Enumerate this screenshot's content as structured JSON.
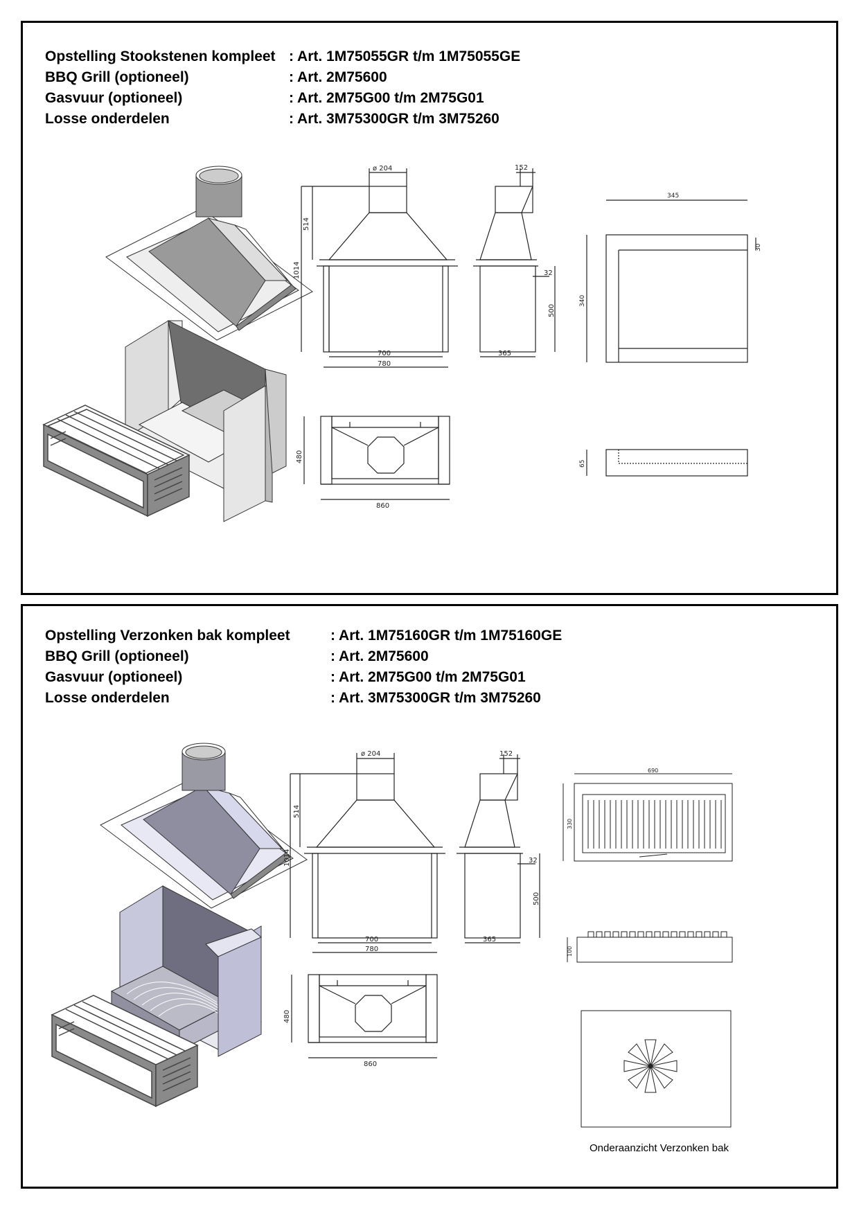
{
  "panels": [
    {
      "rows": [
        {
          "label": "Opstelling Stookstenen kompleet",
          "value": ": Art. 1M75055GR t/m 1M75055GE"
        },
        {
          "label": "BBQ Grill (optioneel)",
          "value": ": Art. 2M75600"
        },
        {
          "label": "Gasvuur (optioneel)",
          "value": ": Art. 2M75G00 t/m 2M75G01"
        },
        {
          "label": "Losse onderdelen",
          "value": ": Art. 3M75300GR t/m 3M75260"
        }
      ],
      "dims": {
        "chimney_diameter": "ø 204",
        "side_chimney": "152",
        "hood_height": "514",
        "total_height": "1014",
        "inner_width": "700",
        "outer_width": "780",
        "depth": "365",
        "side_height": "500",
        "side_small": "32",
        "top_width": "860",
        "top_depth": "480",
        "tray_width": "345",
        "tray_depth": "340",
        "tray_edge": "30",
        "tray_height": "65"
      }
    },
    {
      "rows": [
        {
          "label": "Opstelling Verzonken bak kompleet",
          "value": ": Art. 1M75160GR t/m 1M75160GE"
        },
        {
          "label": "BBQ Grill (optioneel)",
          "value": ": Art. 2M75600"
        },
        {
          "label": "Gasvuur (optioneel)",
          "value": ": Art. 2M75G00 t/m 2M75G01"
        },
        {
          "label": "Losse onderdelen",
          "value": ": Art. 3M75300GR t/m 3M75260"
        }
      ],
      "dims": {
        "chimney_diameter": "ø 204",
        "side_chimney": "152",
        "hood_height": "514",
        "total_height": "1014",
        "inner_width": "700",
        "outer_width": "780",
        "depth": "365",
        "side_height": "500",
        "side_small": "32",
        "top_width": "860",
        "top_depth": "480",
        "bak_width": "690",
        "bak_depth": "330",
        "bak_height": "100"
      },
      "caption": "Onderaanzicht Verzonken bak"
    }
  ]
}
